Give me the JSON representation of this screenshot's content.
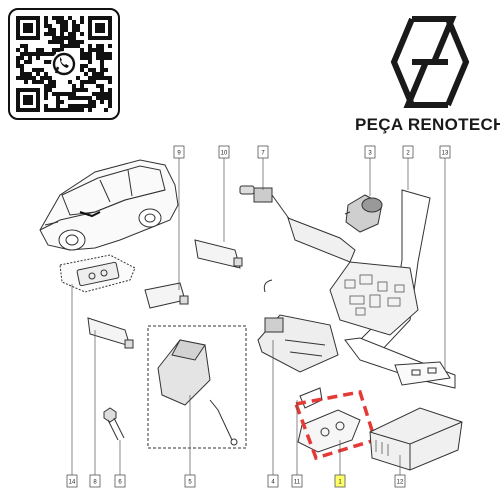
{
  "brand": {
    "name": "PEÇA RENOTECH",
    "logo_icon": "renault-diamond-logo",
    "qr_icon": "qr-code-whatsapp-icon"
  },
  "diagram": {
    "callouts": [
      {
        "label": "9"
      },
      {
        "label": "10"
      },
      {
        "label": "7"
      },
      {
        "label": "3"
      },
      {
        "label": "2"
      },
      {
        "label": "13"
      },
      {
        "label": "14"
      },
      {
        "label": "8"
      },
      {
        "label": "6"
      },
      {
        "label": "5"
      },
      {
        "label": "4"
      },
      {
        "label": "11"
      },
      {
        "label": "1"
      },
      {
        "label": "12"
      }
    ],
    "highlight_color": "#e53935",
    "highlight_label_color": "#ffff66"
  }
}
